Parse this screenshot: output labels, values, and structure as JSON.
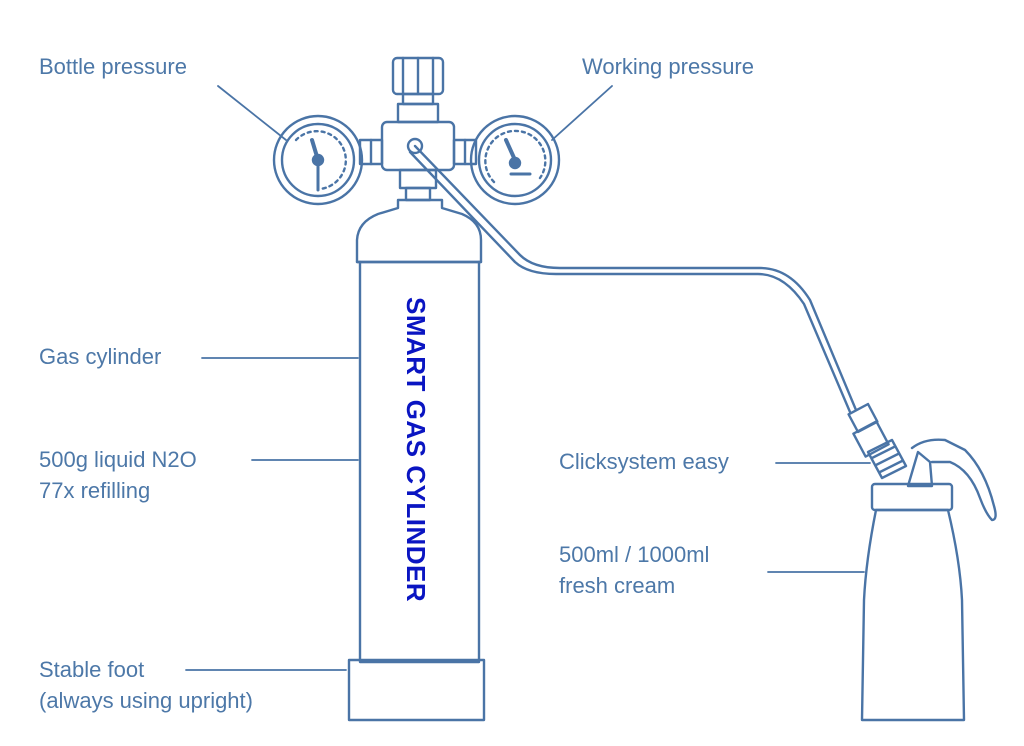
{
  "colors": {
    "line": "#4a74a6",
    "label": "#4d78a8",
    "cylinder_title": "#0a15c2",
    "background": "#ffffff"
  },
  "labels": {
    "bottle_pressure": "Bottle pressure",
    "working_pressure": "Working pressure",
    "gas_cylinder": "Gas cylinder",
    "liquid_line1": "500g liquid N2O",
    "liquid_line2": "77x refilling",
    "stable_foot_line1": "Stable foot",
    "stable_foot_line2": "(always using upright)",
    "clicksystem": "Clicksystem easy",
    "cream_line1": "500ml / 1000ml",
    "cream_line2": "fresh cream"
  },
  "cylinder_title": "SMART GAS CYLINDER"
}
